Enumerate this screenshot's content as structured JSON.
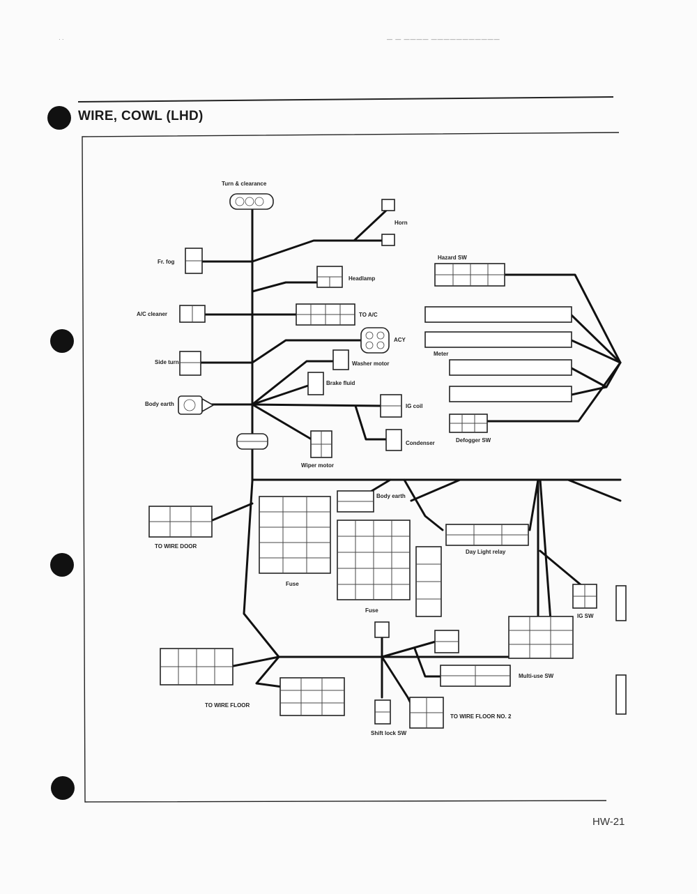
{
  "page": {
    "title": "WIRE, COWL (LHD)",
    "page_number": "HW-21"
  },
  "connectors": {
    "turn_clearance": "Turn & clearance",
    "horn": "Horn",
    "fr_fog": "Fr. fog",
    "headlamp": "Headlamp",
    "hazard_sw": "Hazard SW",
    "air_cleaner": "A/C cleaner",
    "to_ac": "TO A/C",
    "acy": "ACY",
    "meter": "Meter",
    "side_turn": "Side turn",
    "washer_motor": "Washer motor",
    "brake_fluid": "Brake fluid",
    "body_earth": "Body earth",
    "ig_coil": "IG coil",
    "condenser": "Condenser",
    "defogger_sw": "Defogger SW",
    "wiper_motor": "Wiper motor",
    "body_earth_2": "Body earth",
    "to_wire_door": "TO WIRE DOOR",
    "fuse_1": "Fuse",
    "fuse_2": "Fuse",
    "day_light_relay": "Day Light relay",
    "ig_sw": "IG SW",
    "multi_use_sw": "Multi-use SW",
    "to_wire_floor": "TO WIRE FLOOR",
    "shift_lock_sw": "Shift lock SW",
    "to_wire_floor_no2": "TO WIRE FLOOR NO. 2"
  }
}
